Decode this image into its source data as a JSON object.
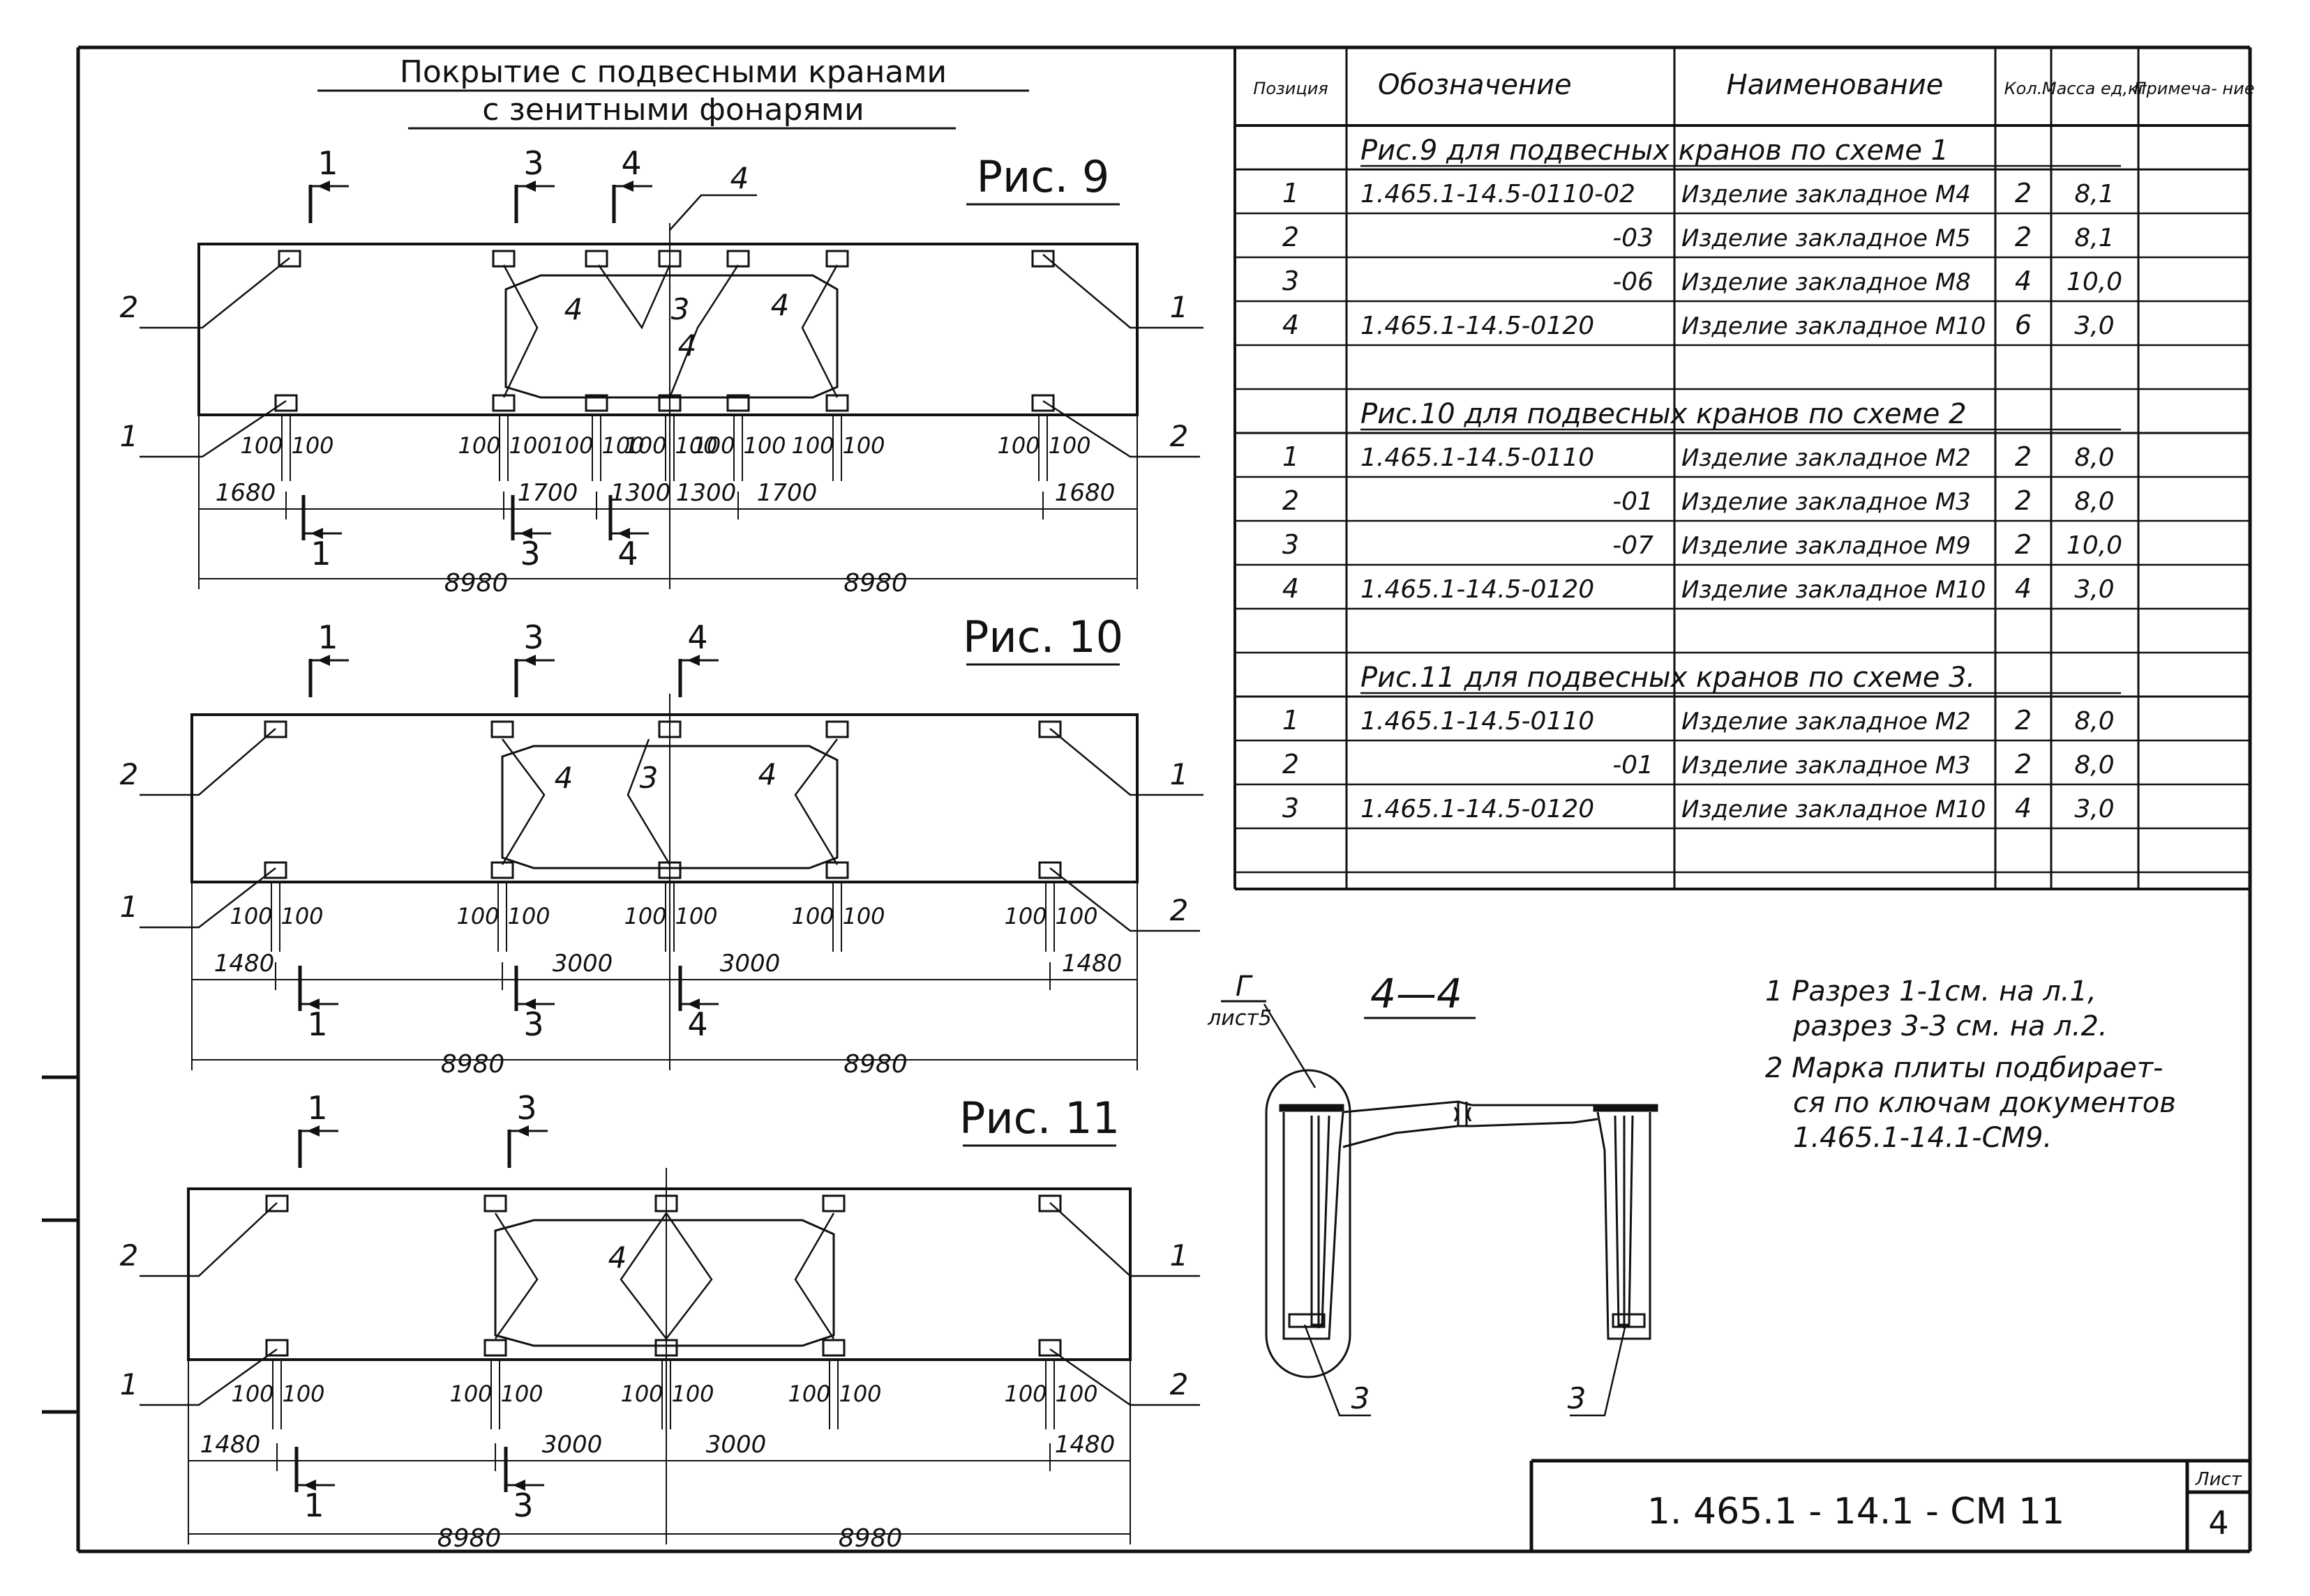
{
  "title": {
    "line1": "Покрытие с подвесными кранами",
    "line2": "с зенитными фонарями"
  },
  "figures": [
    {
      "label": "Рис. 9",
      "sec_top": [
        "1",
        "3",
        "4"
      ],
      "sec_bottom": [
        "1",
        "3",
        "4"
      ],
      "leader_4": "4",
      "callouts": {
        "left_top": "2",
        "left_bottom": "1",
        "right_top": "1",
        "right_bottom": "2"
      },
      "inner_labels": [
        "4",
        "3",
        "4",
        "4"
      ],
      "spacing_labels": [
        "100",
        "100",
        "100",
        "100",
        "100",
        "100",
        "100",
        "100",
        "100",
        "100",
        "100",
        "100",
        "100",
        "100"
      ],
      "dims": [
        "1680",
        "1700",
        "1300",
        "1300",
        "1700",
        "1680"
      ],
      "totals": [
        "8980",
        "8980"
      ]
    },
    {
      "label": "Рис. 10",
      "sec_top": [
        "1",
        "3",
        "4"
      ],
      "sec_bottom": [
        "1",
        "3",
        "4"
      ],
      "callouts": {
        "left_top": "2",
        "left_bottom": "1",
        "right_top": "1",
        "right_bottom": "2"
      },
      "inner_labels": [
        "4",
        "3",
        "4"
      ],
      "spacing_labels": [
        "100",
        "100",
        "100",
        "100",
        "100",
        "100",
        "100",
        "100",
        "100",
        "100"
      ],
      "dims": [
        "1480",
        "3000",
        "3000",
        "1480"
      ],
      "totals": [
        "8980",
        "8980"
      ]
    },
    {
      "label": "Рис. 11",
      "sec_top": [
        "1",
        "3"
      ],
      "sec_bottom": [
        "1",
        "3"
      ],
      "callouts": {
        "left_top": "2",
        "left_bottom": "1",
        "right_top": "1",
        "right_bottom": "2"
      },
      "inner_labels": [
        "4"
      ],
      "spacing_labels": [
        "100",
        "100",
        "100",
        "100",
        "100",
        "100",
        "100",
        "100",
        "100",
        "100"
      ],
      "dims": [
        "1480",
        "3000",
        "3000",
        "1480"
      ],
      "totals": [
        "8980",
        "8980"
      ]
    }
  ],
  "table": {
    "headers": [
      "Позиция",
      "Обозначение",
      "Наименование",
      "Кол.",
      "Масса ед,кг",
      "Примеча- ние"
    ],
    "groups": [
      {
        "title": "Рис.9 для подвесных кранов по схеме 1",
        "rows": [
          [
            "1",
            "1.465.1-14.5-0110-02",
            "Изделие закладное М4",
            "2",
            "8,1",
            ""
          ],
          [
            "2",
            "-03",
            "Изделие закладное М5",
            "2",
            "8,1",
            ""
          ],
          [
            "3",
            "-06",
            "Изделие закладное М8",
            "4",
            "10,0",
            ""
          ],
          [
            "4",
            "1.465.1-14.5-0120",
            "Изделие закладное М10",
            "6",
            "3,0",
            ""
          ],
          [
            "",
            "",
            "",
            "",
            "",
            ""
          ]
        ]
      },
      {
        "title": "Рис.10 для подвесных кранов по схеме 2",
        "rows": [
          [
            "1",
            "1.465.1-14.5-0110",
            "Изделие закладное М2",
            "2",
            "8,0",
            ""
          ],
          [
            "2",
            "-01",
            "Изделие закладное М3",
            "2",
            "8,0",
            ""
          ],
          [
            "3",
            "-07",
            "Изделие закладное М9",
            "2",
            "10,0",
            ""
          ],
          [
            "4",
            "1.465.1-14.5-0120",
            "Изделие закладное М10",
            "4",
            "3,0",
            ""
          ],
          [
            "",
            "",
            "",
            "",
            "",
            ""
          ]
        ]
      },
      {
        "title": "Рис.11 для подвесных кранов по схеме 3.",
        "rows": [
          [
            "1",
            "1.465.1-14.5-0110",
            "Изделие закладное М2",
            "2",
            "8,0",
            ""
          ],
          [
            "2",
            "-01",
            "Изделие закладное М3",
            "2",
            "8,0",
            ""
          ],
          [
            "3",
            "1.465.1-14.5-0120",
            "Изделие закладное М10",
            "4",
            "3,0",
            ""
          ],
          [
            "",
            "",
            "",
            "",
            "",
            ""
          ]
        ]
      }
    ]
  },
  "section_view": {
    "title": "4—4",
    "ref_letter": "Г",
    "ref_sheet": "лист5",
    "callouts": [
      "3",
      "3"
    ]
  },
  "notes": [
    "1 Разрез 1-1см. на л.1,",
    "разрез 3-3 см. на л.2.",
    "2 Марка плиты подбирает-",
    "ся по ключам документов",
    "1.465.1-14.1-СМ9."
  ],
  "stamp": {
    "code": "1. 465.1 - 14.1 - СМ 11",
    "sheet_label": "Лист",
    "sheet_number": "4"
  }
}
